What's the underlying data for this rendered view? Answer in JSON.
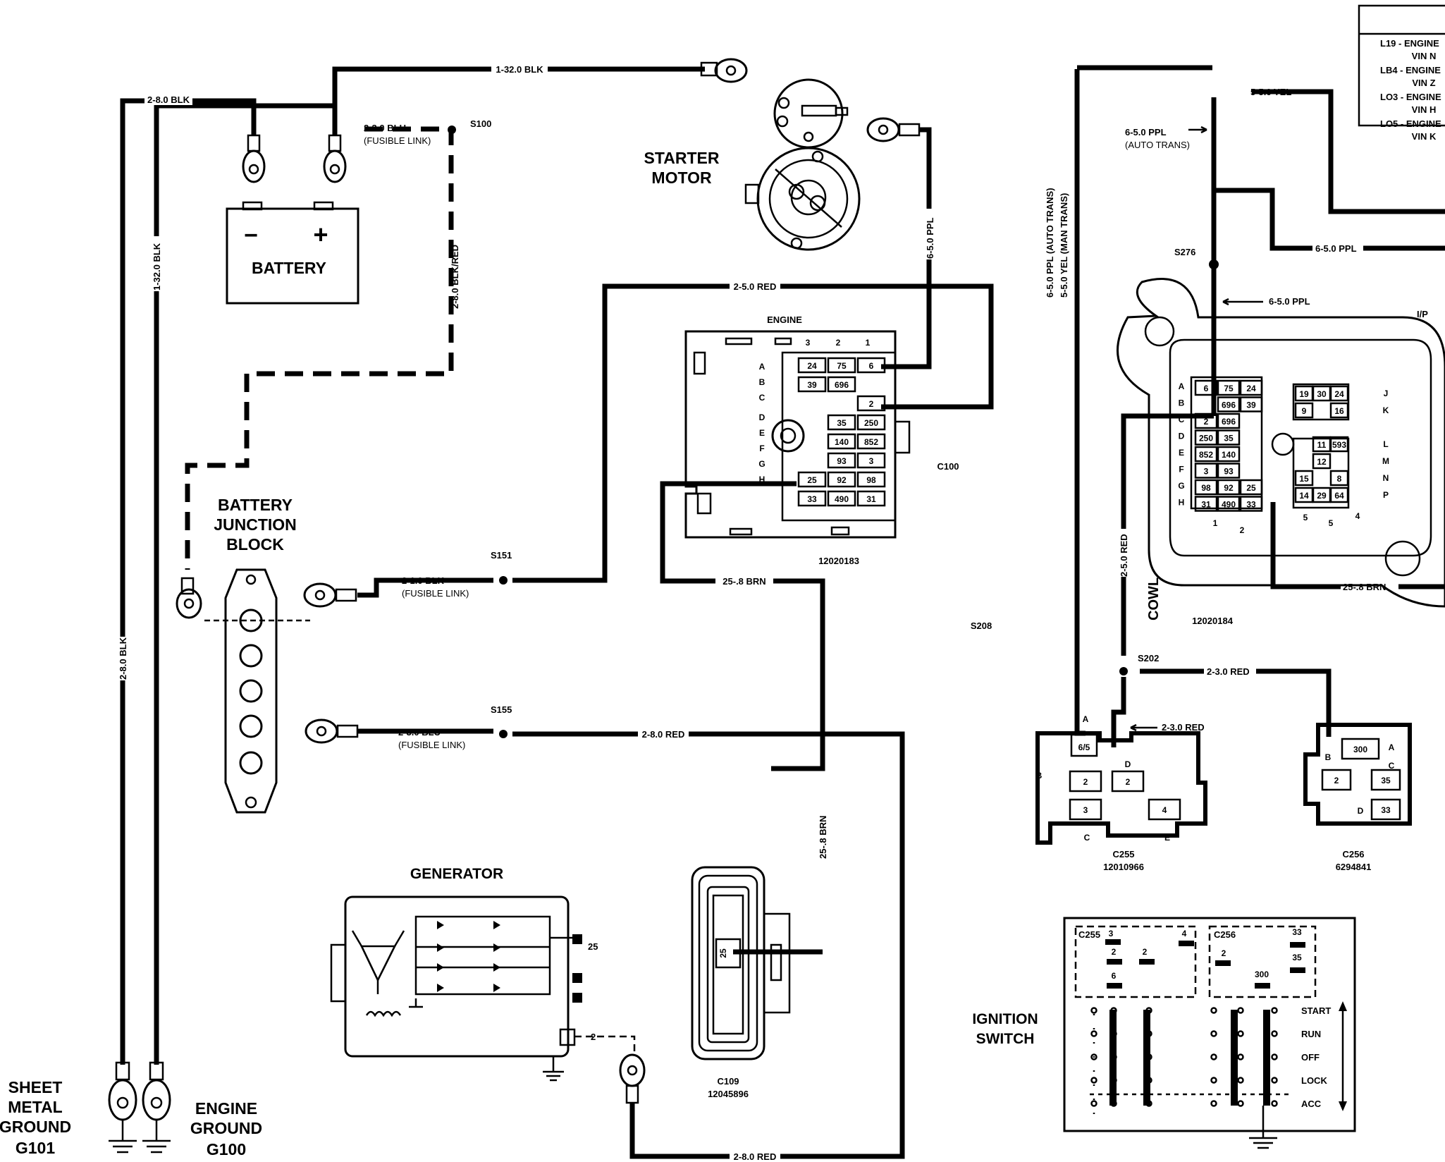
{
  "components": {
    "battery": "BATTERY",
    "battery_plus": "+",
    "battery_minus": "−",
    "starter": [
      "STARTER",
      "MOTOR"
    ],
    "junction_block": [
      "BATTERY",
      "JUNCTION",
      "BLOCK"
    ],
    "generator": "GENERATOR",
    "ignition_switch": [
      "IGNITION",
      "SWITCH"
    ],
    "sheet_metal_ground": [
      "SHEET",
      "METAL",
      "GROUND",
      "G101"
    ],
    "engine_ground": [
      "ENGINE",
      "GROUND",
      "G100"
    ],
    "cowl": "COWL",
    "ip": "I/P"
  },
  "wires": {
    "w_132blk_top": "1-32.0 BLK",
    "w_28blk_top": "2-8.0 BLK",
    "w_23blu_fusible_top": "2-3.0 BLU",
    "fusible_link": "(FUSIBLE LINK)",
    "w_28blkred": "2-8.0 BLK/RED",
    "w_132blk_vert": "1-32.0 BLK",
    "w_28blk_vert": "2-8.0 BLK",
    "w_65ppl_starter": "6-5.0 PPL",
    "w_25red_top": "2-5.0 RED",
    "w_21blk": "2-1.0 BLK",
    "w_23blu_lower": "2-3.0 BLU",
    "fusible_link_lower": "(FUSIBLE LINK)",
    "w_28red_mid": "2-8.0 RED",
    "w_25brn_top": "25-.8 BRN",
    "w_25brn_vert": "25-.8 BRN",
    "w_28red_bottom": "2-8.0 RED",
    "w_gen_2": "2",
    "w_gen_25": "25",
    "w_55yel": "5-5.0 YEL",
    "w_65ppl_auto": "6-5.0 PPL",
    "auto_trans": "(AUTO TRANS)",
    "w_65ppl_right": "6-5.0 PPL",
    "w_65ppl_ip": "6-5.0 PPL",
    "w_vert_auto": "6-5.0 PPL (AUTO TRANS)",
    "w_vert_man": "5-5.0 YEL (MAN TRANS)",
    "w_25red_vert": "2-5.0 RED",
    "w_25brn_right": "25-.8 BRN",
    "w_23red_a": "2-3.0 RED",
    "w_23red_b": "2-3.0 RED"
  },
  "splices": {
    "s100": "S100",
    "s151": "S151",
    "s155": "S155",
    "s208": "S208",
    "s202": "S202",
    "s276": "S276"
  },
  "connectors": {
    "c100": "C100",
    "engine_conn_label": "ENGINE",
    "engine_part": "12020183",
    "ip_part": "12020184",
    "c109": "C109",
    "c109_part": "12045896",
    "c255": "C255",
    "c255_part": "12010966",
    "c256": "C256",
    "c256_part": "6294841",
    "pin25": "25",
    "cols": [
      "3",
      "2",
      "1"
    ],
    "rows": [
      "A",
      "B",
      "C",
      "D",
      "E",
      "F",
      "G",
      "H"
    ],
    "engine_cells": [
      [
        "24",
        "75",
        "6"
      ],
      [
        "39",
        "696",
        ""
      ],
      [
        "",
        "",
        "2"
      ],
      [
        "",
        "35",
        "250"
      ],
      [
        "",
        "140",
        "852"
      ],
      [
        "",
        "93",
        "3"
      ],
      [
        "25",
        "92",
        "98"
      ],
      [
        "33",
        "490",
        "31"
      ]
    ],
    "ip_left_cells": [
      [
        "6",
        "75",
        "24"
      ],
      [
        "",
        "696",
        "39"
      ],
      [
        "2",
        "696",
        ""
      ],
      [
        "250",
        "35",
        ""
      ],
      [
        "852",
        "140",
        ""
      ],
      [
        "3",
        "93",
        ""
      ],
      [
        "98",
        "92",
        "25"
      ],
      [
        "31",
        "490",
        "33"
      ]
    ],
    "ip_right_rows": [
      "J",
      "K",
      "L",
      "M",
      "N",
      "P"
    ],
    "ip_right_cells": [
      [
        "19",
        "30",
        "24"
      ],
      [
        "9",
        "",
        "16"
      ],
      [
        "",
        "11",
        "593"
      ],
      [
        "",
        "12",
        ""
      ],
      [
        "15",
        "",
        "8"
      ],
      [
        "14",
        "29",
        "64"
      ]
    ],
    "ip_bottom_nums": [
      "1",
      "2",
      "5",
      "5",
      "4"
    ],
    "c255_pins": {
      "A": "A",
      "B": "B",
      "C": "C",
      "D": "D",
      "E": "E",
      "p65": "6/5",
      "p2a": "2",
      "p2b": "2",
      "p3": "3",
      "p4": "4"
    },
    "c256_pins": {
      "A": "A",
      "B": "B",
      "C": "C",
      "D": "D",
      "p300": "300",
      "p2": "2",
      "p35": "35",
      "p33": "33"
    }
  },
  "engine_codes": [
    {
      "code": "L19 - ENGINE",
      "vin": "VIN N"
    },
    {
      "code": "LB4 - ENGINE",
      "vin": "VIN Z"
    },
    {
      "code": "LO3 - ENGINE",
      "vin": "VIN H"
    },
    {
      "code": "LO5 - ENGINE",
      "vin": "VIN K"
    }
  ],
  "ignition": {
    "positions": [
      "START",
      "RUN",
      "OFF",
      "LOCK",
      "ACC"
    ],
    "c255_label": "C255",
    "c256_label": "C256",
    "c255_pins": [
      "3",
      "4",
      "2",
      "2",
      "6"
    ],
    "c256_pins": [
      "33",
      "35",
      "2",
      "300"
    ]
  }
}
